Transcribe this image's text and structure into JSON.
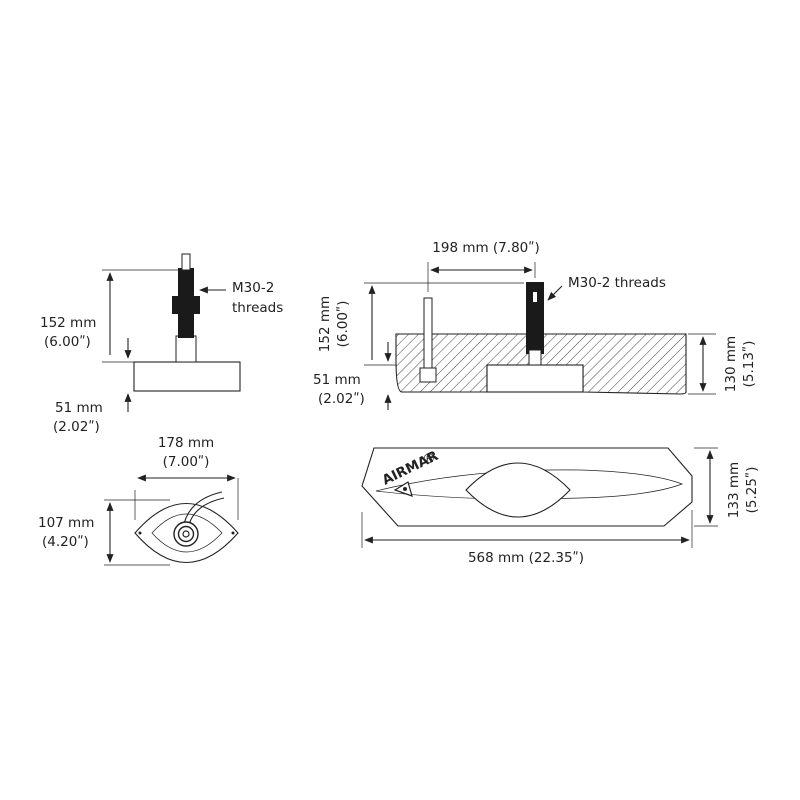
{
  "colors": {
    "ink": "#222222",
    "stem": "#1a1a1a",
    "background": "#ffffff"
  },
  "side_view": {
    "height": "152 mm",
    "height_in": "(6.00ʺ)",
    "base": "51 mm",
    "base_in": "(2.02ʺ)",
    "threads": "M30-2",
    "threads_2": "threads"
  },
  "top_view": {
    "length": "178 mm",
    "length_in": "(7.00ʺ)",
    "width": "107 mm",
    "width_in": "(4.20ʺ)"
  },
  "install_view": {
    "spacing": "198 mm (7.80ʺ)",
    "threads": "M30-2 threads",
    "height": "152 mm",
    "height_in": "(6.00ʺ)",
    "base": "51 mm",
    "base_in": "(2.02ʺ)",
    "block": "130 mm",
    "block_in": "(5.13ʺ)"
  },
  "fairing_view": {
    "brand": "AIRMAR",
    "registered": "®",
    "length": "568 mm (22.35ʺ)",
    "height": "133 mm",
    "height_in": "(5.25ʺ)"
  }
}
